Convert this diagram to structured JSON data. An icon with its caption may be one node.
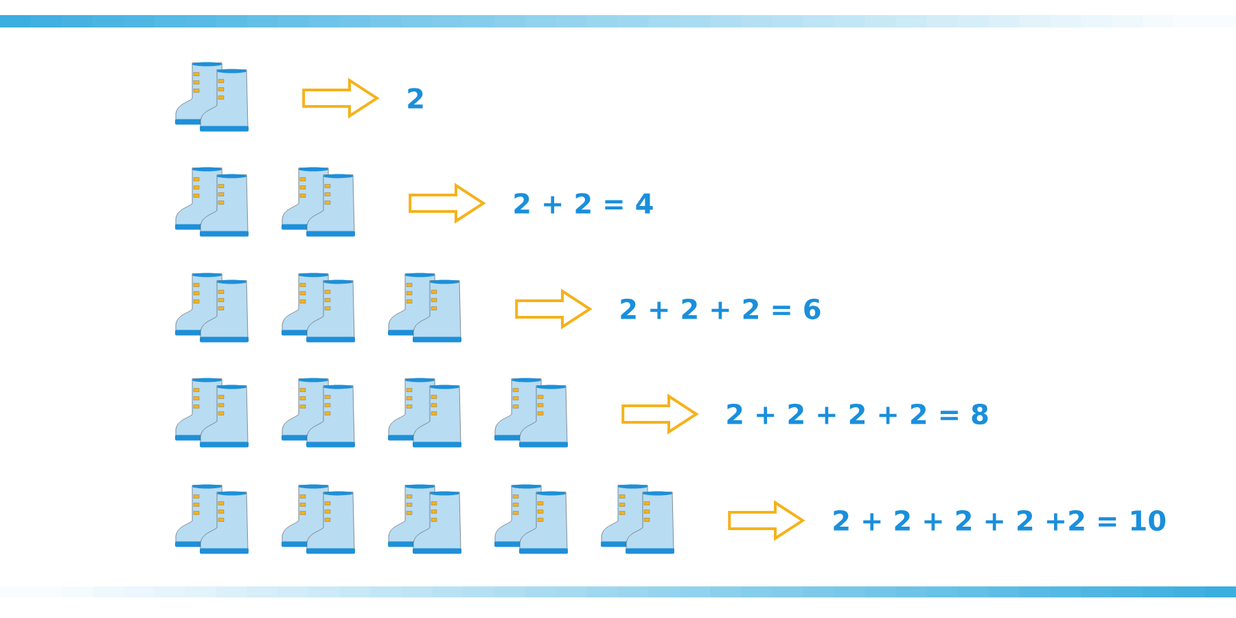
{
  "diagram": {
    "nodes": [
      {
        "text": [],
        "shape": "picture"
      },
      {
        "text": [
          "2"
        ]
      },
      {
        "text": [],
        "shape": "picture"
      },
      {
        "text": [],
        "shape": "picture"
      },
      {
        "text": [
          "2 + 2 = 4"
        ]
      },
      {
        "text": [],
        "shape": "picture"
      },
      {
        "text": [],
        "shape": "picture"
      },
      {
        "text": [],
        "shape": "picture"
      },
      {
        "text": [
          "2 + 2 + 2 = 6"
        ]
      },
      {
        "text": [],
        "shape": "picture"
      },
      {
        "text": [],
        "shape": "picture"
      },
      {
        "text": [],
        "shape": "picture"
      },
      {
        "text": [],
        "shape": "picture"
      },
      {
        "text": [
          "2 + 2 + 2 + 2 = 8"
        ]
      },
      {
        "text": [],
        "shape": "picture"
      },
      {
        "text": [],
        "shape": "picture"
      },
      {
        "text": [],
        "shape": "picture"
      },
      {
        "text": [],
        "shape": "picture"
      },
      {
        "text": [],
        "shape": "picture"
      },
      {
        "text": [
          "2 + 2 + 2 + 2 +2 = 10"
        ]
      }
    ],
    "edges": [
      {
        "from": 0,
        "to": 1,
        "arrow": "to"
      },
      {
        "from": 3,
        "to": 4,
        "arrow": "to"
      },
      {
        "from": 7,
        "to": 8,
        "arrow": "to"
      },
      {
        "from": 12,
        "to": 13,
        "arrow": "to"
      },
      {
        "from": 18,
        "to": 19,
        "arrow": "to"
      }
    ]
  }
}
